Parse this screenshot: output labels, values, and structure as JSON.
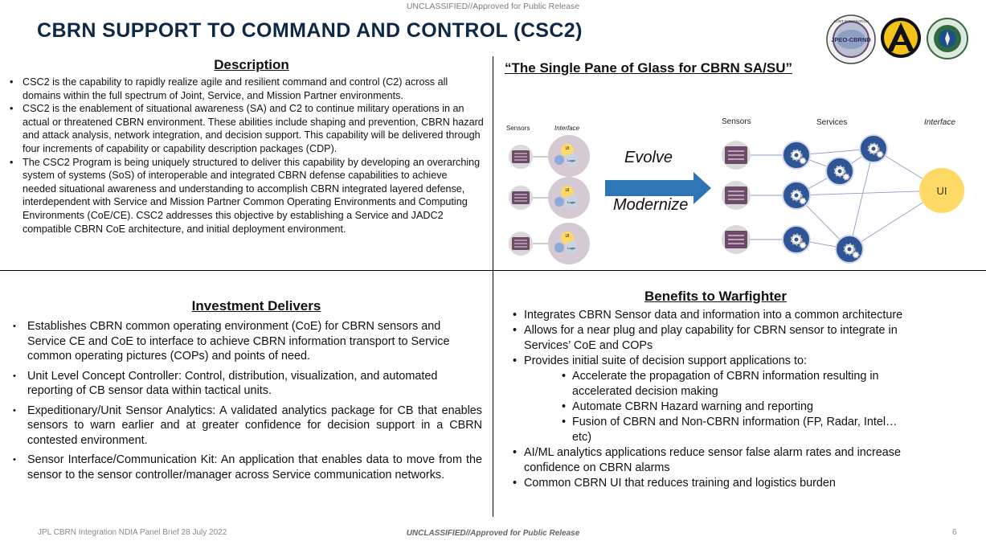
{
  "banner": {
    "top": "UNCLASSIFIED//Approved for Public Release",
    "bottom": "UNCLASSIFIED//Approved for Public Release"
  },
  "title": "CBRN SUPPORT TO COMMAND AND CONTROL (CSC2)",
  "logos": [
    {
      "name": "jpeo-cbrnd-seal",
      "text": "JPEO-CBRND",
      "ring_text": "JOINT INTEGRATION"
    },
    {
      "name": "army-acquisition-logo",
      "text": "A"
    },
    {
      "name": "green-seal-logo",
      "text": ""
    }
  ],
  "description": {
    "heading": "Description",
    "items": [
      "CSC2 is the capability to rapidly realize agile and resilient command and control (C2) across  all domains within the full spectrum of Joint,  Service, and Mission Partner environments.",
      "CSC2 is the enablement of situational awareness (SA) and C2 to continue military operations  in an actual or threatened CBRN environment. These abilities include shaping and  prevention, CBRN hazard and attack analysis, network integration, and decision support. This capability will  be delivered through four increments of capability or capability description  packages (CDP).",
      "The CSC2 Program is being uniquely structured to deliver this capability by developing an overarching system of systems (SoS) of interoperable and integrated CBRN defense capabilities to achieve needed situational awareness and understanding to accomplish CBRN integrated layered defense, interdependent with Service and Mission Partner Common Operating Environments and Computing Environments (CoE/CE). CSC2 addresses this objective by establishing a Service and JADC2 compatible CBRN CoE architecture, and initial deployment environment."
    ]
  },
  "glass": {
    "heading": "“The Single Pane of Glass for CBRN SA/SU”",
    "left_labels": {
      "sensors": "Sensors",
      "interface": "Interface"
    },
    "mini_ui": {
      "ui": "UI",
      "logic": "Logic"
    },
    "evolve": "Evolve",
    "modernize": "Modernize",
    "right_labels": {
      "sensors": "Sensors",
      "services": "Services",
      "interface": "Interface"
    },
    "ui_node": "UI",
    "colors": {
      "sensor": "#6e4b68",
      "service": "#2f5597",
      "ui": "#ffd966",
      "arrow": "#2e75b6"
    }
  },
  "investment": {
    "heading": "Investment Delivers",
    "items": [
      "Establishes CBRN common operating environment (CoE) for CBRN sensors and  Service CE and CoE to interface to achieve CBRN information transport to  Service common operating pictures (COPs) and points of need.",
      "Unit Level Concept Controller: Control, distribution, visualization, and  automated reporting of CB sensor data within tactical units.",
      "Expeditionary/Unit Sensor Analytics: A validated analytics package for CB that enables sensors to warn earlier and at greater confidence for decision support in a CBRN contested environment.",
      "Sensor Interface/Communication Kit: An application that enables data to move from the sensor to the sensor controller/manager across Service communication networks."
    ]
  },
  "benefits": {
    "heading": "Benefits to Warfighter",
    "items": [
      "Integrates CBRN Sensor data and information into a common architecture",
      "Allows for a near plug and play capability for CBRN sensor to integrate in Services’ CoE and COPs",
      "Provides initial suite of decision support applications to:",
      "AI/ML analytics applications reduce sensor false alarm rates and increase confidence on CBRN alarms",
      "Common CBRN UI that reduces training and logistics burden"
    ],
    "subitems": [
      "Accelerate the propagation of CBRN information resulting in accelerated decision making",
      "Automate CBRN Hazard warning and reporting",
      "Fusion of CBRN and Non-CBRN information (FP, Radar, Intel… etc)"
    ]
  },
  "footer": {
    "left": "JPL CBRN Integration NDIA Panel Brief 28 July 2022",
    "page": "6"
  }
}
